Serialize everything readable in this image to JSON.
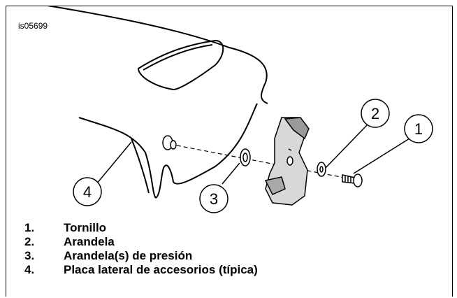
{
  "figure_id": "is05699",
  "callouts": [
    "1",
    "2",
    "3",
    "4"
  ],
  "legend": [
    {
      "num": "1.",
      "label": "Tornillo"
    },
    {
      "num": "2.",
      "label": "Arandela"
    },
    {
      "num": "3.",
      "label": "Arandela(s) de presión"
    },
    {
      "num": "4.",
      "label": "Placa lateral de accesorios (típica)"
    }
  ]
}
